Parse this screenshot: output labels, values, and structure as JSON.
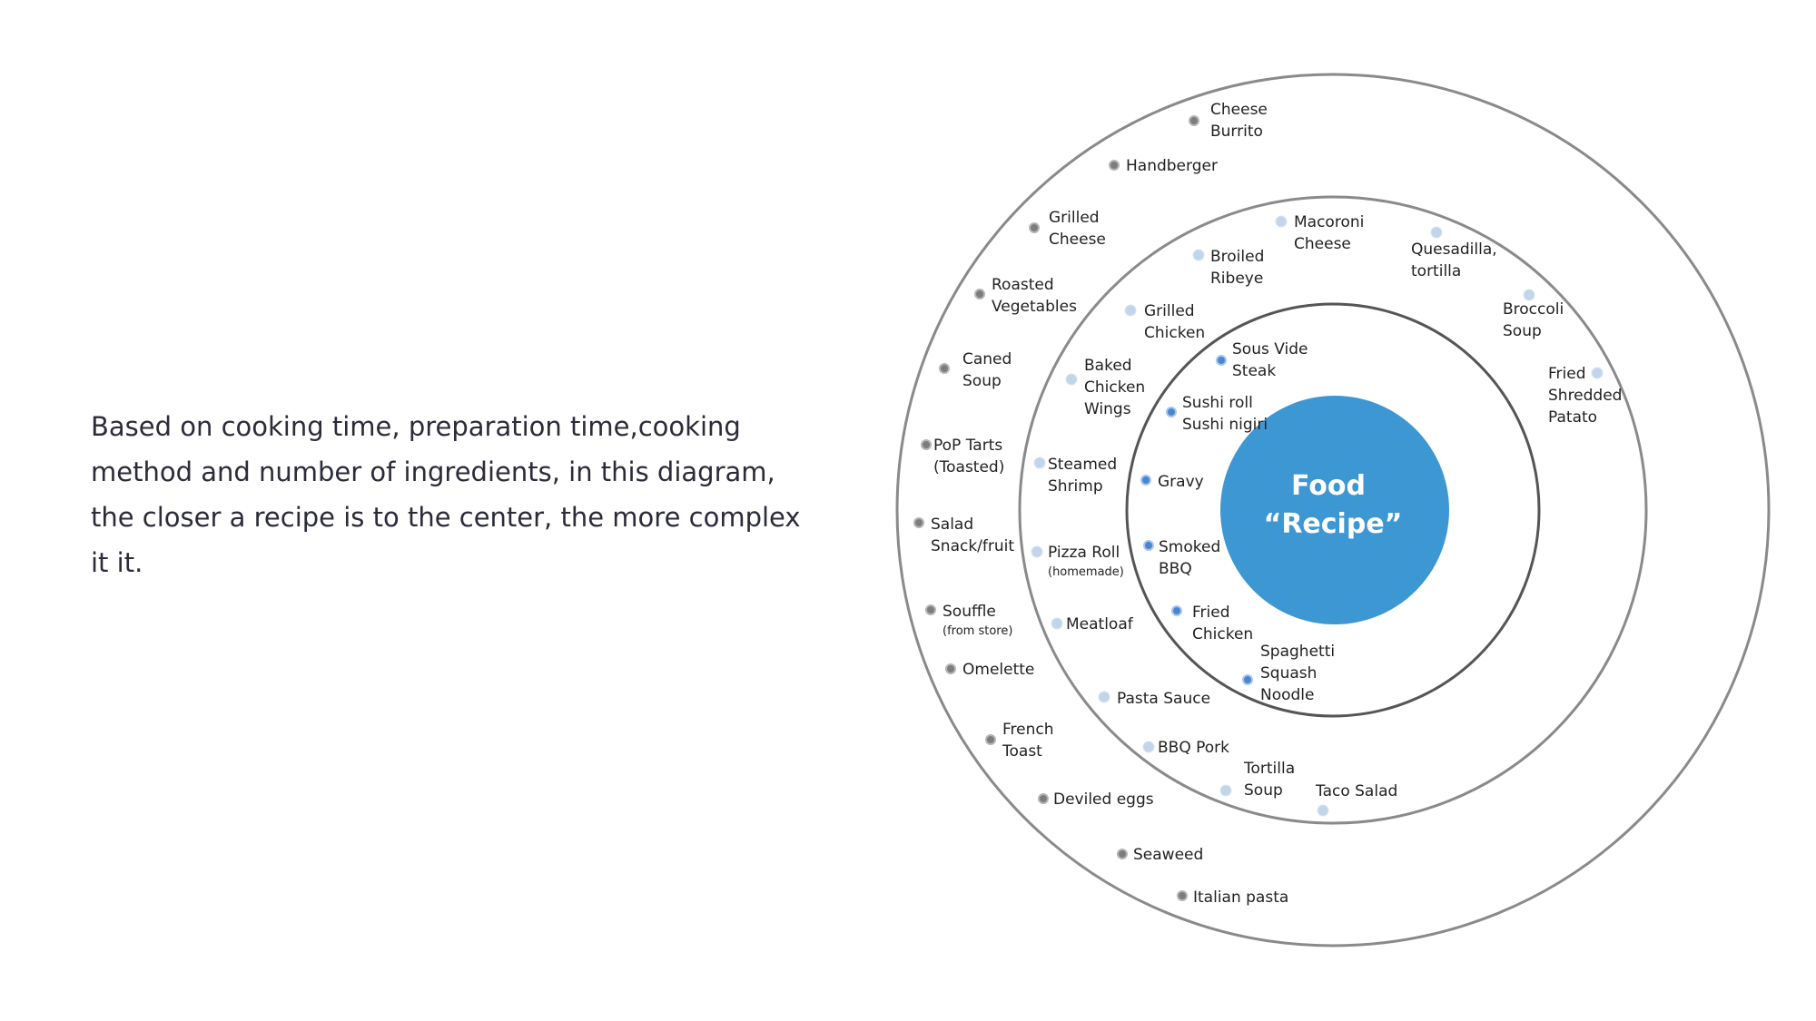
{
  "description": "Based on cooking time, preparation time,cooking method and number of ingredients, in this diagram, the closer a recipe is to the center, the more complex it it.",
  "center": {
    "line1": "Food",
    "line2": "“Recipe”",
    "color": "#3d97d3"
  },
  "colors": {
    "outer_dot": "#7d7d7d",
    "middle_dot": "#c3d5ea",
    "inner_dot": "#4a86cf"
  },
  "rings": {
    "outer": [
      {
        "lines": [
          "Cheese",
          "Burrito"
        ]
      },
      {
        "lines": [
          "Handberger"
        ]
      },
      {
        "lines": [
          "Grilled",
          "Cheese"
        ]
      },
      {
        "lines": [
          "Roasted",
          "Vegetables"
        ]
      },
      {
        "lines": [
          "Caned",
          "Soup"
        ]
      },
      {
        "lines": [
          "PoP Tarts",
          "(Toasted)"
        ]
      },
      {
        "lines": [
          "Salad",
          "Snack/fruit"
        ]
      },
      {
        "lines": [
          "Souffle"
        ],
        "note": "(from store)"
      },
      {
        "lines": [
          "Omelette"
        ]
      },
      {
        "lines": [
          "French",
          "Toast"
        ]
      },
      {
        "lines": [
          "Deviled eggs"
        ]
      },
      {
        "lines": [
          "Seaweed"
        ]
      },
      {
        "lines": [
          "Italian pasta"
        ]
      }
    ],
    "middle": [
      {
        "lines": [
          "Macoroni",
          "Cheese"
        ]
      },
      {
        "lines": [
          "Broiled",
          "Ribeye"
        ]
      },
      {
        "lines": [
          "Quesadilla,",
          "tortilla"
        ]
      },
      {
        "lines": [
          "Broccoli",
          "Soup"
        ]
      },
      {
        "lines": [
          "Fried",
          "Shredded",
          "Patato"
        ]
      },
      {
        "lines": [
          "Grilled",
          "Chicken"
        ]
      },
      {
        "lines": [
          "Baked",
          "Chicken",
          "Wings"
        ]
      },
      {
        "lines": [
          "Steamed",
          "Shrimp"
        ]
      },
      {
        "lines": [
          "Pizza Roll"
        ],
        "note": "(homemade)"
      },
      {
        "lines": [
          "Meatloaf"
        ]
      },
      {
        "lines": [
          "Pasta Sauce"
        ]
      },
      {
        "lines": [
          "BBQ Pork"
        ]
      },
      {
        "lines": [
          "Tortilla",
          "Soup"
        ]
      },
      {
        "lines": [
          "Taco Salad"
        ]
      }
    ],
    "inner": [
      {
        "lines": [
          "Sous Vide",
          "Steak"
        ]
      },
      {
        "lines": [
          "Sushi roll",
          "Sushi nigiri"
        ]
      },
      {
        "lines": [
          "Gravy"
        ]
      },
      {
        "lines": [
          "Smoked",
          "BBQ"
        ]
      },
      {
        "lines": [
          "Fried",
          "Chicken"
        ]
      },
      {
        "lines": [
          "Spaghetti",
          "Squash",
          "Noodle"
        ]
      }
    ]
  }
}
